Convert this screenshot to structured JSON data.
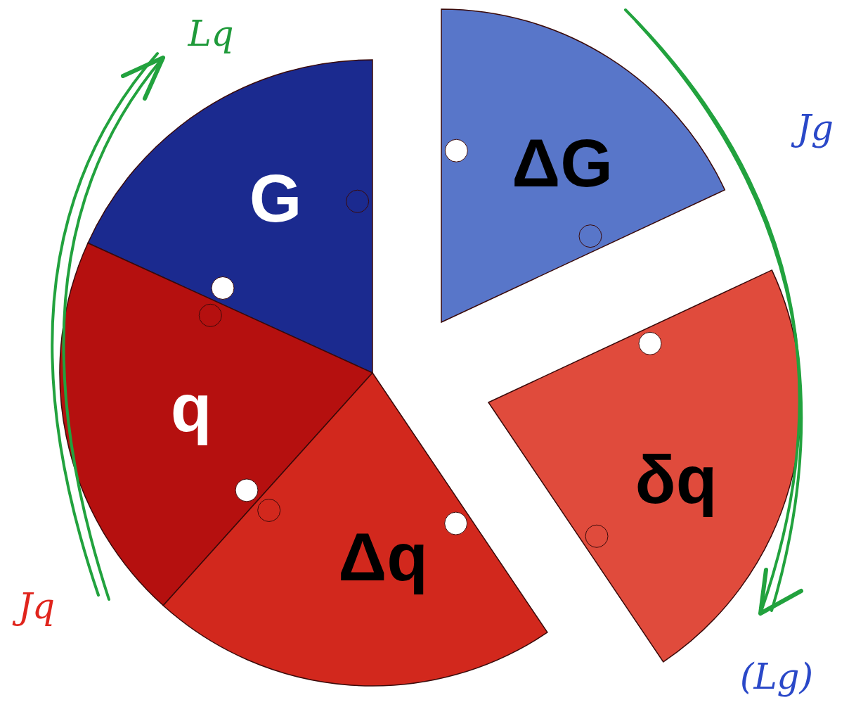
{
  "diagram": {
    "nodes": [
      {
        "text": [
          "G"
        ]
      },
      {
        "text": [
          "ΔG"
        ]
      },
      {
        "text": [
          "q"
        ]
      },
      {
        "text": [
          "Δq"
        ]
      },
      {
        "text": [
          "δq"
        ]
      }
    ],
    "labels": [
      "Lq",
      "Jg",
      "Jq",
      "(Lg)"
    ]
  }
}
